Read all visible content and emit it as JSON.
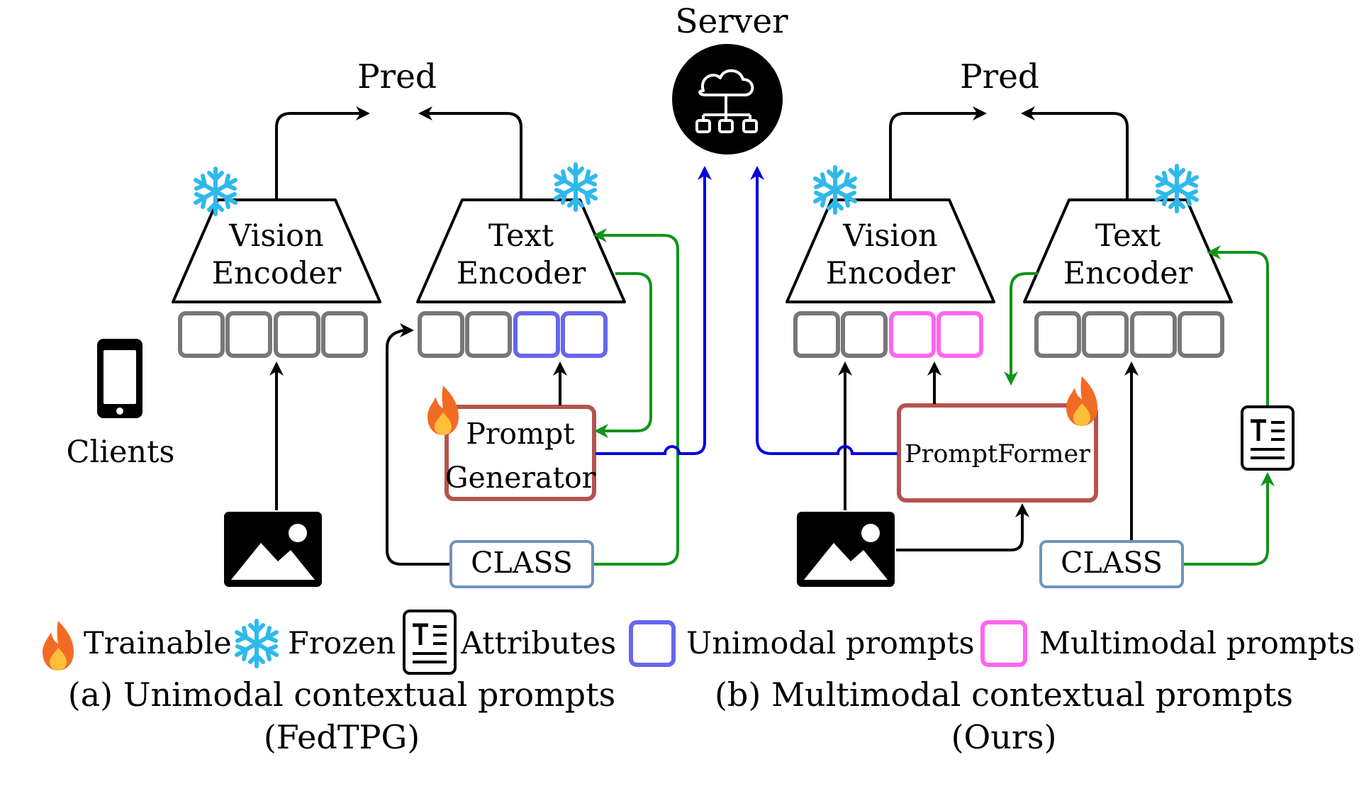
{
  "server": {
    "label": "Server",
    "icon": "cloud-network-icon"
  },
  "clients": {
    "label": "Clients",
    "icon": "smartphone-icon"
  },
  "panel_a": {
    "pred_label": "Pred",
    "vision_encoder": {
      "line1": "Vision",
      "line2": "Encoder"
    },
    "text_encoder": {
      "line1": "Text",
      "line2": "Encoder"
    },
    "generator": {
      "line1": "Prompt",
      "line2": "Generator"
    },
    "class_label": "CLASS",
    "caption_line1": "(a) Unimodal contextual prompts",
    "caption_line2": "(FedTPG)"
  },
  "panel_b": {
    "pred_label": "Pred",
    "vision_encoder": {
      "line1": "Vision",
      "line2": "Encoder"
    },
    "text_encoder": {
      "line1": "Text",
      "line2": "Encoder"
    },
    "generator": {
      "line1": "PromptFormer"
    },
    "class_label": "CLASS",
    "caption_line1": "(b) Multimodal contextual prompts",
    "caption_line2": "(Ours)"
  },
  "legend": [
    {
      "label": "Trainable",
      "icon": "fire-icon"
    },
    {
      "label": "Frozen",
      "icon": "snowflake-icon"
    },
    {
      "label": "Attributes",
      "icon": "document-icon"
    },
    {
      "label": "Unimodal prompts",
      "icon": "blue-square-icon"
    },
    {
      "label": "Multimodal prompts",
      "icon": "pink-square-icon"
    }
  ],
  "colors": {
    "blue_arrow": "#0000dd",
    "green_arrow": "#11931a",
    "unimodal_prompt": "#6666ee",
    "multimodal_prompt": "#ff66ee",
    "token_gray": "#777777",
    "generator_border": "#b5534d",
    "class_border": "#7092bf",
    "snowflake": "#2fb9ea",
    "fire": "#f26b25"
  }
}
